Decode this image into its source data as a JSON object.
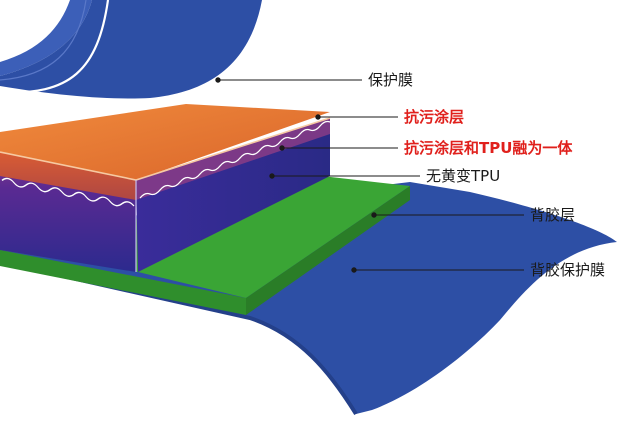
{
  "labels": {
    "protective_film": "保护膜",
    "antifouling_coating": "抗污涂层",
    "coating_tpu_fusion": "抗污涂层和TPU融为一体",
    "non_yellowing_tpu": "无黄变TPU",
    "adhesive_layer": "背胶层",
    "adhesive_protective_film": "背胶保护膜"
  },
  "colors": {
    "film_blue": "#2d4fa5",
    "coating_orange": "#e8732e",
    "tpu_purple": "#4a2a8c",
    "adhesive_green": "#3aa535",
    "highlight_text": "#e0201c"
  }
}
